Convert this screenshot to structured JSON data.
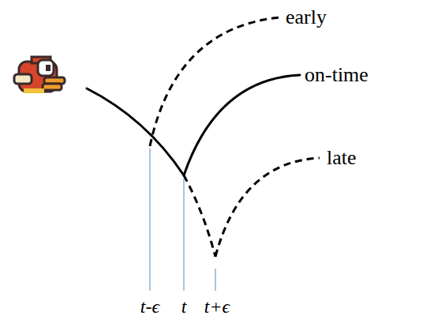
{
  "diagram": {
    "labels": [
      "early",
      "on-time",
      "late",
      "t-ϵ",
      "t",
      "t+ϵ"
    ]
  }
}
